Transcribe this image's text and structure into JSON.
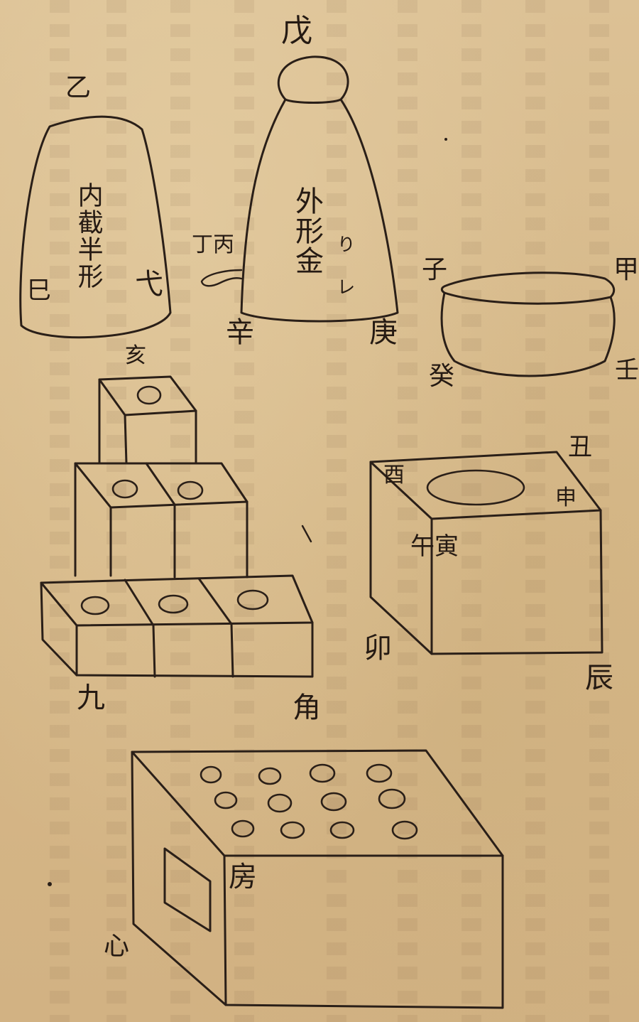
{
  "labels": {
    "wu": "戊",
    "yi": "乙",
    "nei_zai_ban_xing": "内截半形",
    "si": "巳",
    "dai": "弋",
    "bing_ding": "丁丙",
    "wai_xing_jin": "外形金",
    "li": "り レ",
    "xin": "辛",
    "geng": "庚",
    "zi": "子",
    "jia": "甲",
    "gui": "癸",
    "ren": "壬",
    "hai": "亥",
    "chou": "丑",
    "you": "酉",
    "shen": "申",
    "wu_yin": "午寅",
    "mao": "卯",
    "chen": "辰",
    "jiu": "九",
    "jiao": "角",
    "fang": "房",
    "xin_heart": "心"
  }
}
